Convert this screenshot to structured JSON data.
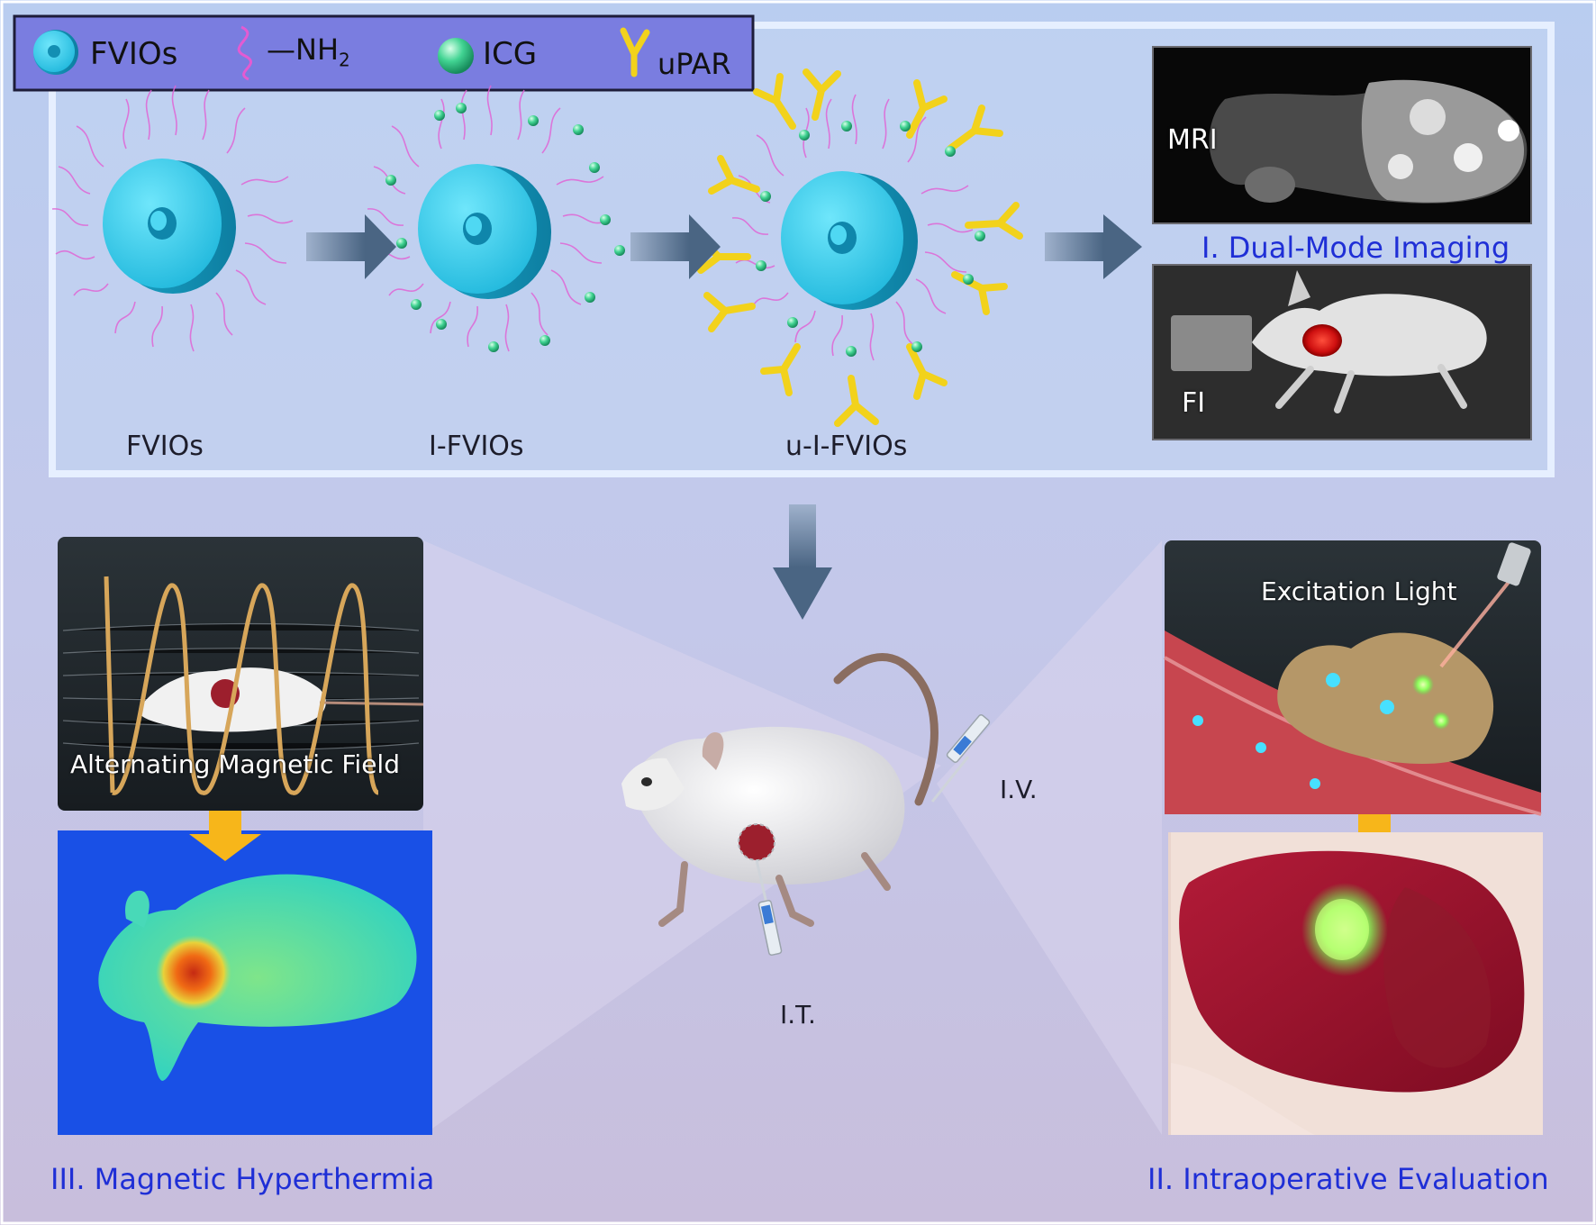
{
  "legend": {
    "items": [
      {
        "label": "FVIOs",
        "icon": "nanoparticle-ring-icon"
      },
      {
        "label": "—NH",
        "sub": "2",
        "icon": "amine-chain-icon"
      },
      {
        "label": "ICG",
        "icon": "icg-sphere-icon"
      },
      {
        "label": "uPAR",
        "icon": "upar-antibody-icon"
      }
    ]
  },
  "particles": [
    {
      "label": "FVIOs"
    },
    {
      "label": "I-FVIOs"
    },
    {
      "label": "u-I-FVIOs"
    }
  ],
  "imaging": {
    "mri_label": "MRI",
    "fi_label": "FI",
    "title": "I. Dual-Mode Imaging"
  },
  "hyperthermia": {
    "field_label": "Alternating Magnetic Field",
    "title": "III. Magnetic Hyperthermia"
  },
  "center": {
    "iv_label": "I.V.",
    "it_label": "I.T."
  },
  "intraop": {
    "light_label": "Excitation Light",
    "title": "II. Intraoperative Evaluation"
  },
  "colors": {
    "ring": "#2fc8e6",
    "amine": "#e15ccf",
    "icg": "#35c98f",
    "upar": "#f2d21b",
    "accent_blue": "#1f2fd6",
    "arrow": "#4e6a88",
    "orange_arrow": "#f7b61a"
  }
}
